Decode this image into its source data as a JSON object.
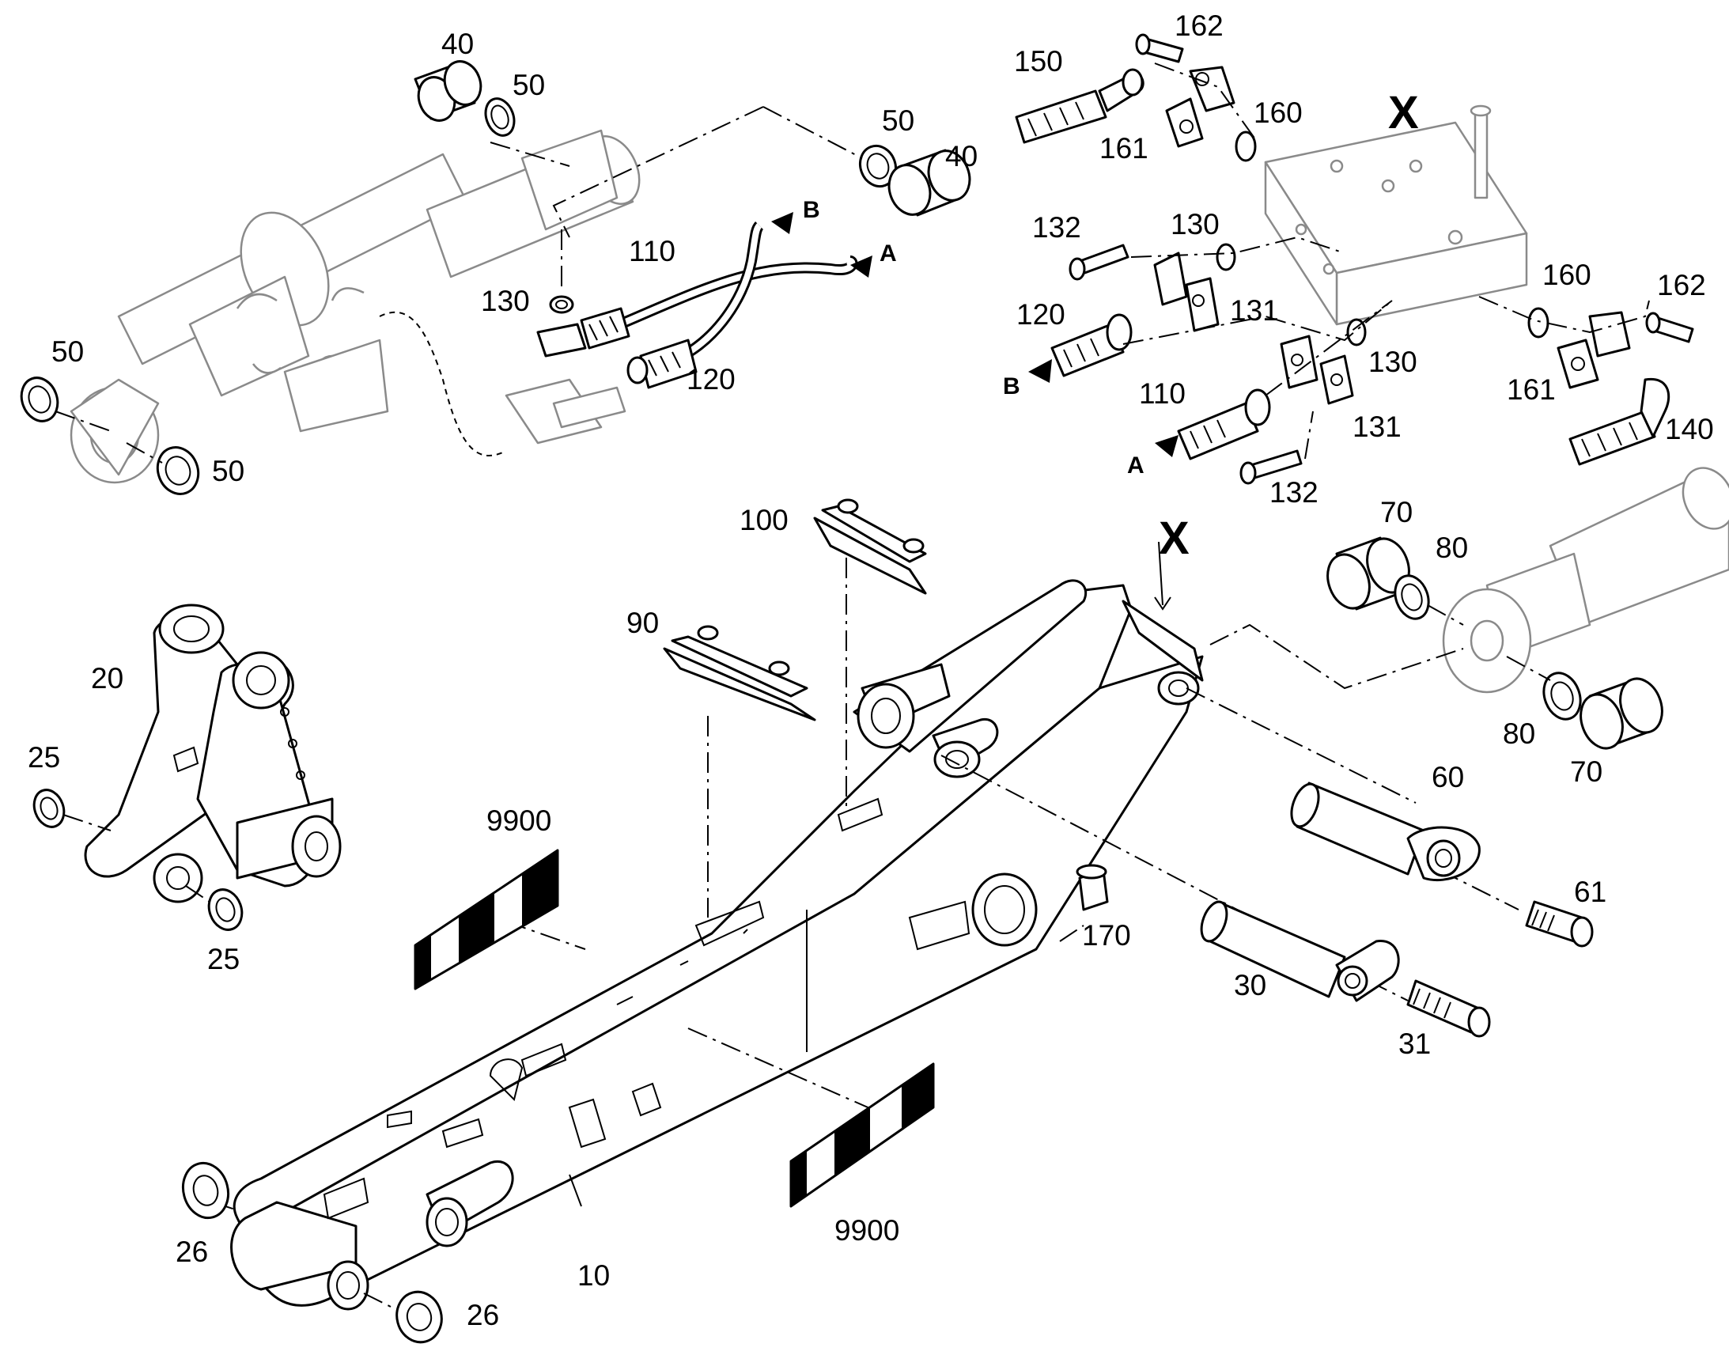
{
  "labels": {
    "p40_top": "40",
    "p50_top": "50",
    "p50_right": "50",
    "p40_right": "40",
    "p50_left": "50",
    "p50_bottom": "50",
    "p110_left": "110",
    "p130_left": "130",
    "p120_left": "120",
    "arrow_b_left": "B",
    "arrow_a_left": "A",
    "p162_top": "162",
    "p150": "150",
    "p161_top": "161",
    "p160_top": "160",
    "x_top": "X",
    "p132_top": "132",
    "p130_mid": "130",
    "p120_right": "120",
    "p131_mid": "131",
    "arrow_b_right": "B",
    "p110_right": "110",
    "p130_right": "130",
    "p131_low": "131",
    "arrow_a_right": "A",
    "p132_low": "132",
    "p160_right": "160",
    "p162_right": "162",
    "p161_right": "161",
    "p140": "140",
    "p100": "100",
    "x_boom": "X",
    "p70_top": "70",
    "p80_top": "80",
    "p90": "90",
    "p20": "20",
    "p25_top": "25",
    "p25_bottom": "25",
    "p80_bottom": "80",
    "p70_bottom": "70",
    "p60": "60",
    "p61": "61",
    "p9900_top": "9900",
    "p170": "170",
    "p30": "30",
    "p31": "31",
    "p9900_bottom": "9900",
    "p26_left": "26",
    "p26_right": "26",
    "p10": "10"
  },
  "icons": {
    "flow_arrow": "flow-arrow-icon",
    "marking_stripe": "hazard-stripe-icon"
  },
  "colors": {
    "line": "#000000",
    "faint_line": "#8a8a8a",
    "background": "#ffffff"
  }
}
